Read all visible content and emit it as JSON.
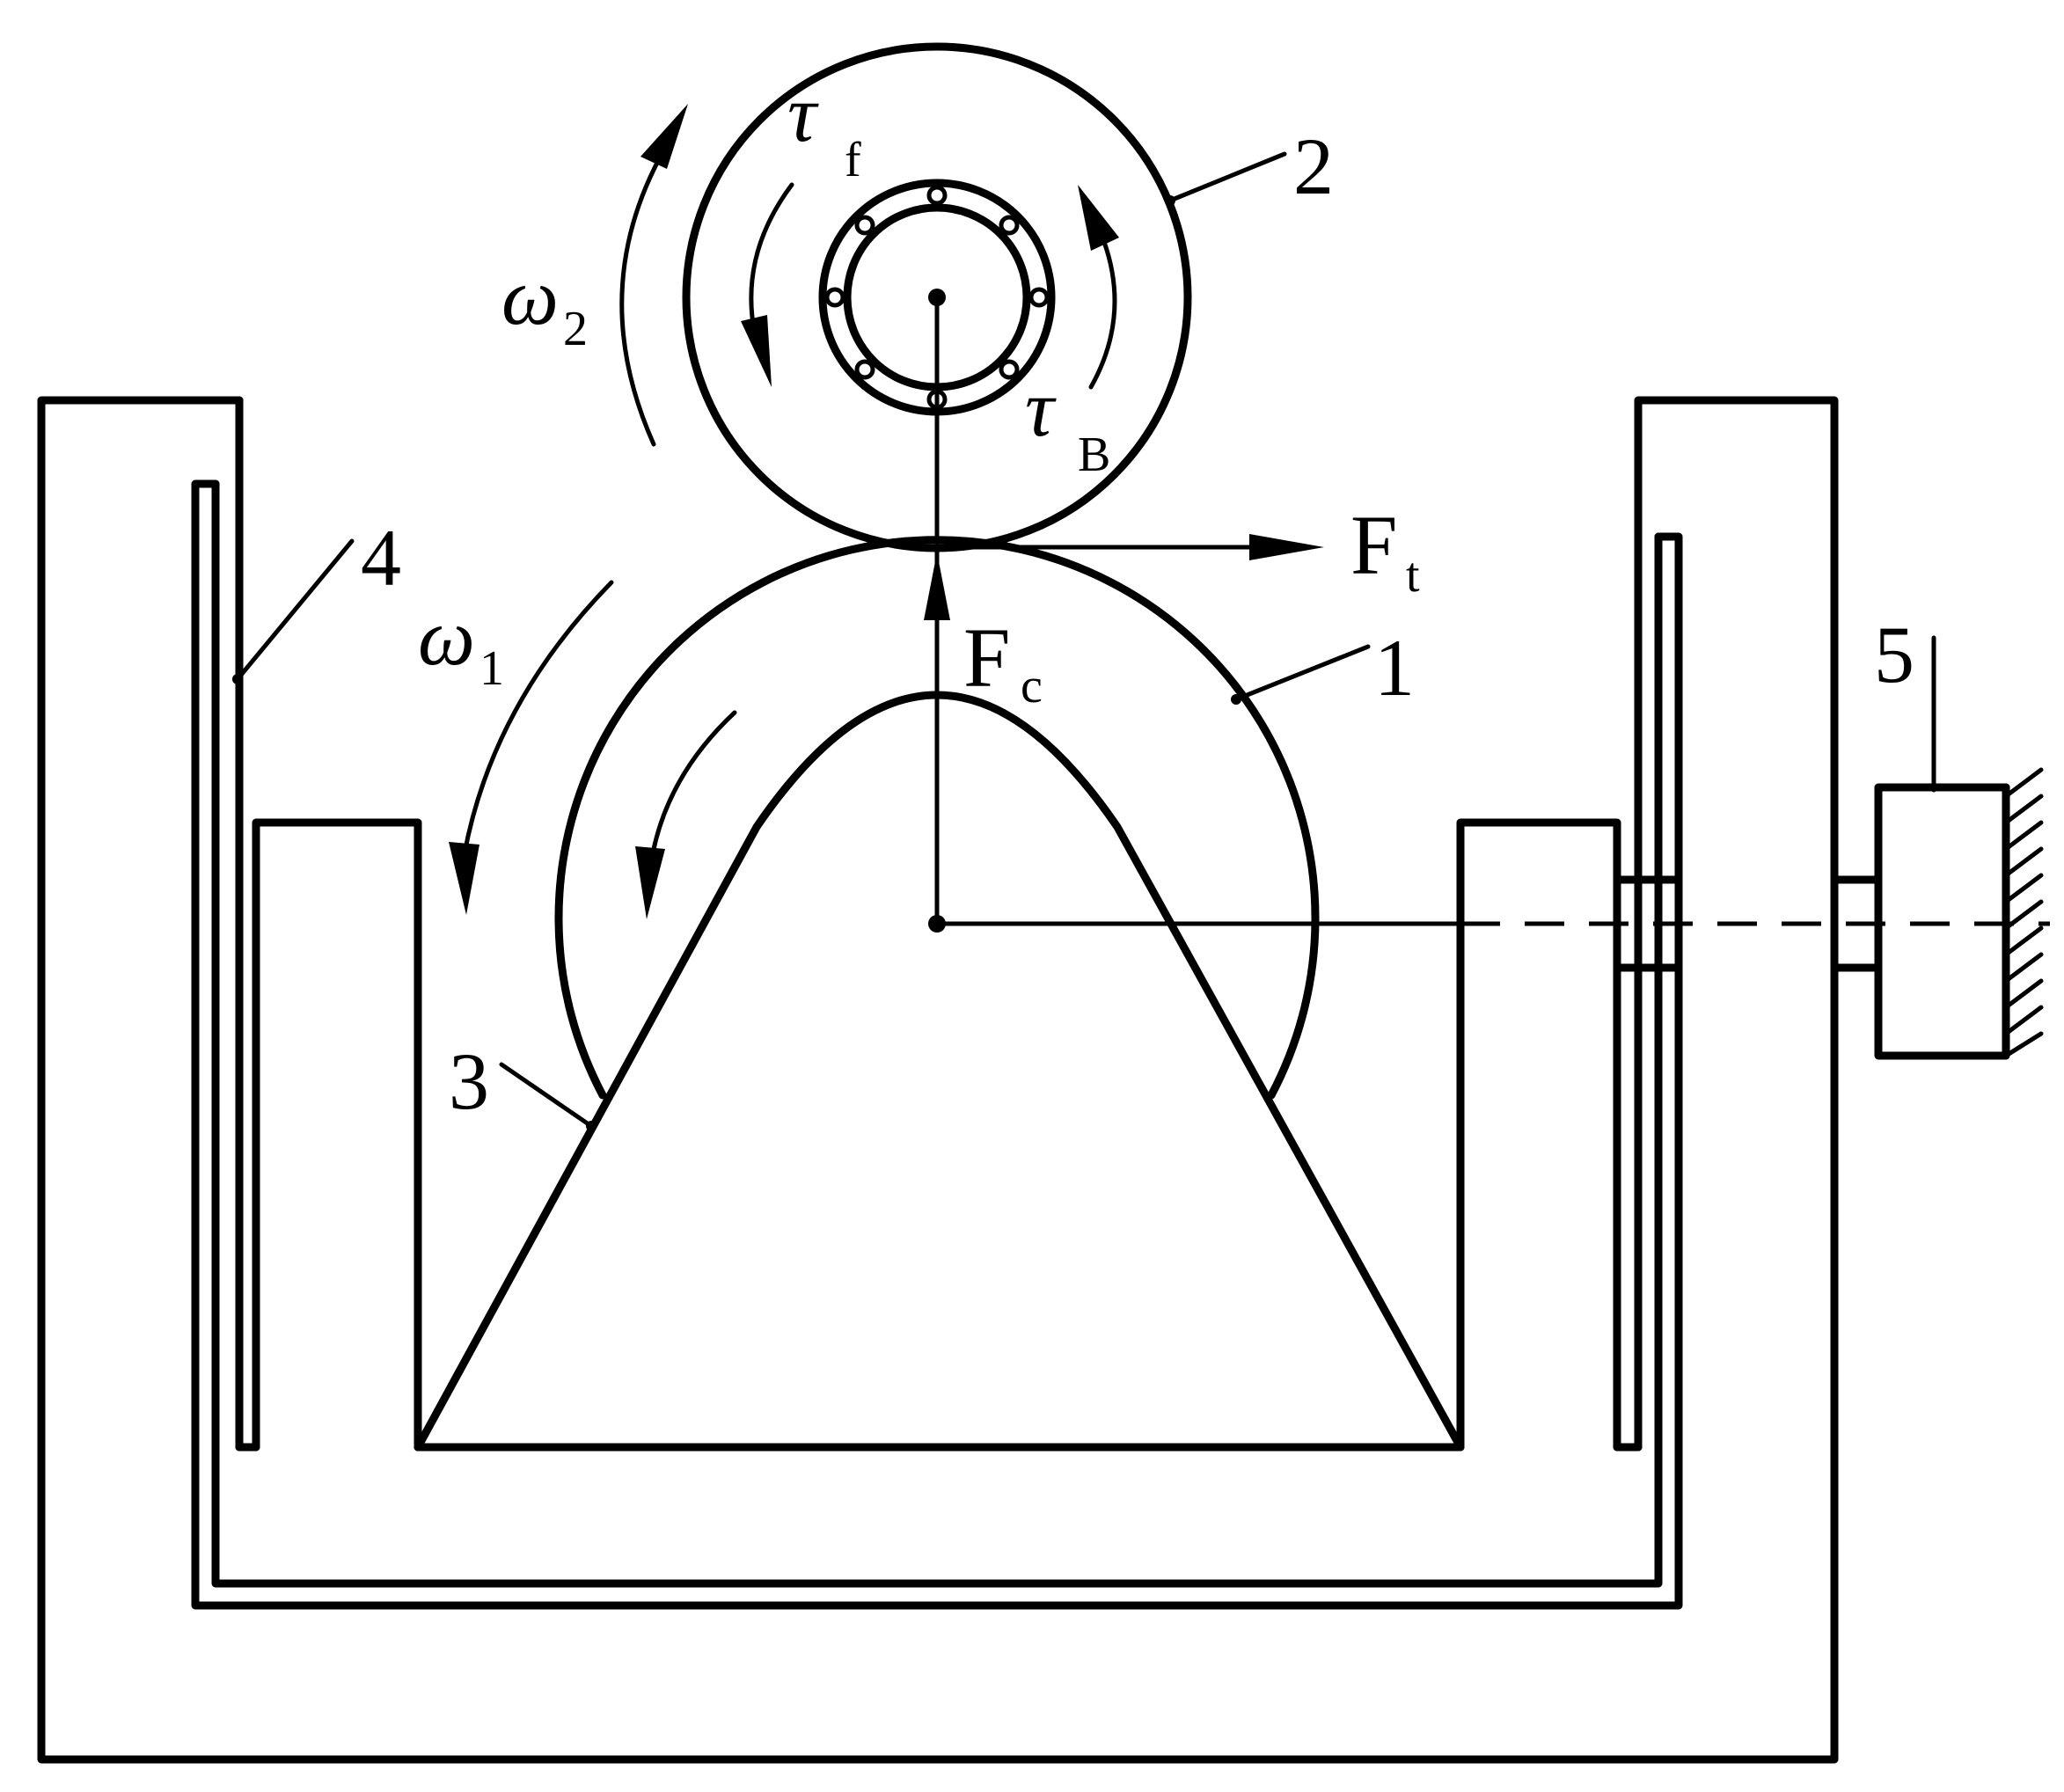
{
  "labels": {
    "part1": "1",
    "part2": "2",
    "part3": "3",
    "part4": "4",
    "part5": "5"
  },
  "symbols": {
    "omega1": "ω",
    "omega1_sub": "1",
    "omega2": "ω",
    "omega2_sub": "2",
    "tau_f": "τ",
    "tau_f_sub": "f",
    "tau_B": "τ",
    "tau_B_sub": "B",
    "force_t": "F",
    "force_t_sub": "t",
    "force_c": "F",
    "force_c_sub": "c"
  },
  "colors": {
    "stroke": "#000000",
    "background": "#ffffff"
  }
}
